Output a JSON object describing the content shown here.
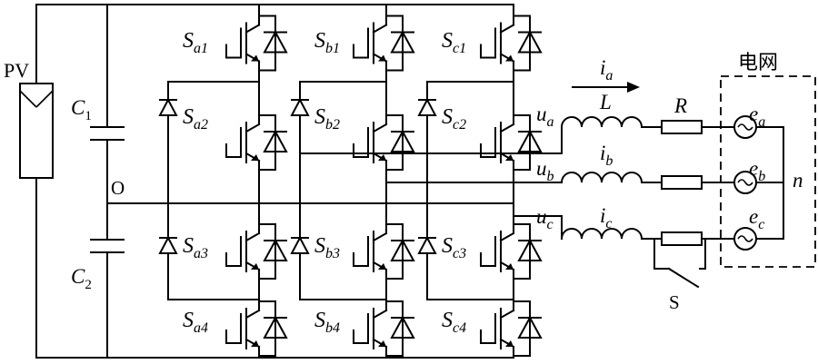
{
  "pv_label": "PV",
  "c1": {
    "sym": "C",
    "sub": "1"
  },
  "c2": {
    "sym": "C",
    "sub": "2"
  },
  "midpoint_label": "O",
  "switches": [
    {
      "sym": "S",
      "sub": "a1"
    },
    {
      "sym": "S",
      "sub": "b1"
    },
    {
      "sym": "S",
      "sub": "c1"
    },
    {
      "sym": "S",
      "sub": "a2"
    },
    {
      "sym": "S",
      "sub": "b2"
    },
    {
      "sym": "S",
      "sub": "c2"
    },
    {
      "sym": "S",
      "sub": "a3"
    },
    {
      "sym": "S",
      "sub": "b3"
    },
    {
      "sym": "S",
      "sub": "c3"
    },
    {
      "sym": "S",
      "sub": "a4"
    },
    {
      "sym": "S",
      "sub": "b4"
    },
    {
      "sym": "S",
      "sub": "c4"
    }
  ],
  "currents": [
    {
      "sym": "i",
      "sub": "a"
    },
    {
      "sym": "i",
      "sub": "b"
    },
    {
      "sym": "i",
      "sub": "c"
    }
  ],
  "voltages": [
    {
      "sym": "u",
      "sub": "a"
    },
    {
      "sym": "u",
      "sub": "b"
    },
    {
      "sym": "u",
      "sub": "c"
    }
  ],
  "inductor_label": "L",
  "resistor_label": "R",
  "sources": [
    {
      "sym": "e",
      "sub": "a"
    },
    {
      "sym": "e",
      "sub": "b"
    },
    {
      "sym": "e",
      "sub": "c"
    }
  ],
  "neutral_label": "n",
  "grid_label": "电网",
  "switch_s_label": "S"
}
